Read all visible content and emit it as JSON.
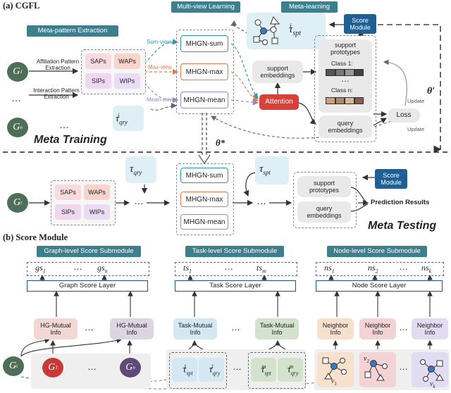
{
  "part_a": {
    "title": "(a) CGFL",
    "header_multiview": "Multi-view Learning",
    "header_metalearning": "Meta-learning",
    "header_metapattern": "Meta-pattern Extraction",
    "g1": "G",
    "g1_sub": "1",
    "gn": "G",
    "gn_sub": "n",
    "gt": "G",
    "gt_sub": "t",
    "dots": "…",
    "affiliation_line1": "Affiliation Pattern",
    "affiliation_line2": "Extraction",
    "interaction_line1": "Interaction Pattern",
    "interaction_line2": "Extraction",
    "patterns": [
      "SAPs",
      "WAPs",
      "SIPs",
      "WIPs"
    ],
    "view_sum": "Sum-view",
    "view_max": "Max-view",
    "view_mean": "Mean-view",
    "mhgn": [
      "MHGN-sum",
      "MHGN-max",
      "MHGN-mean"
    ],
    "tau_qry_i": "τ",
    "tau_qry_i_sup": "i",
    "tau_qry_i_sub": "qry",
    "tau_spt_i": "τ",
    "tau_spt_i_sup": "i",
    "tau_spt_i_sub": "spt",
    "tau_qry": "τ",
    "tau_qry_sub": "qry",
    "tau_spt": "τ",
    "tau_spt_sub": "spt",
    "score_module_line1": "Score",
    "score_module_line2": "Module",
    "support_embeddings_line1": "support",
    "support_embeddings_line2": "embeddings",
    "support_prototypes_line1": "support",
    "support_prototypes_line2": "prototypes",
    "class1": "Class 1:",
    "classn": "Class n:",
    "attention": "Attention",
    "query_embeddings_line1": "query",
    "query_embeddings_line2": "embeddings",
    "loss": "Loss",
    "update1": "Update",
    "update2": "Update",
    "theta_prime": "θ′",
    "theta_star": "θ*",
    "meta_training": "Meta Training",
    "meta_testing": "Meta Testing",
    "prediction_results": "Prediction Results"
  },
  "part_b": {
    "title": "(b) Score Module",
    "graph_header": "Graph-level Score Submodule",
    "task_header": "Task-level Score Submodule",
    "node_header": "Node-level Score Submodule",
    "gs1": "gs",
    "gs1_sub": "1",
    "gsn": "gs",
    "gsn_sub": "n",
    "ts1": "ts",
    "ts1_sub": "1",
    "tsm": "ts",
    "tsm_sub": "m",
    "ns1": "ns",
    "ns1_sub": "1",
    "ns2": "ns",
    "ns2_sub": "2",
    "nsk": "ns",
    "nsk_sub": "k",
    "ellipsis": "…",
    "graph_score_layer": "Graph Score Layer",
    "task_score_layer": "Task Score Layer",
    "node_score_layer": "Node Score Layer",
    "hg_mutual_line1": "HG-Mutual",
    "hg_mutual_line2": "Info",
    "task_mutual_line1": "Task-Mutual",
    "task_mutual_line2": "Info",
    "neighbor_line1": "Neighbor",
    "neighbor_line2": "Info",
    "tau_spt1": "τ",
    "tau_spt1_sup": "1",
    "tau_spt1_sub": "spt",
    "tau_qry1": "τ",
    "tau_qry1_sup": "1",
    "tau_qry1_sub": "qry",
    "tau_sptm": "τ",
    "tau_sptm_sup": "m",
    "tau_sptm_sub": "spt",
    "tau_qrym": "τ",
    "tau_qrym_sup": "m",
    "tau_qrym_sub": "qry",
    "v1": "v",
    "v1_sub": "1",
    "v2": "v",
    "v2_sub": "2",
    "vk": "v",
    "vk_sub": "k"
  }
}
